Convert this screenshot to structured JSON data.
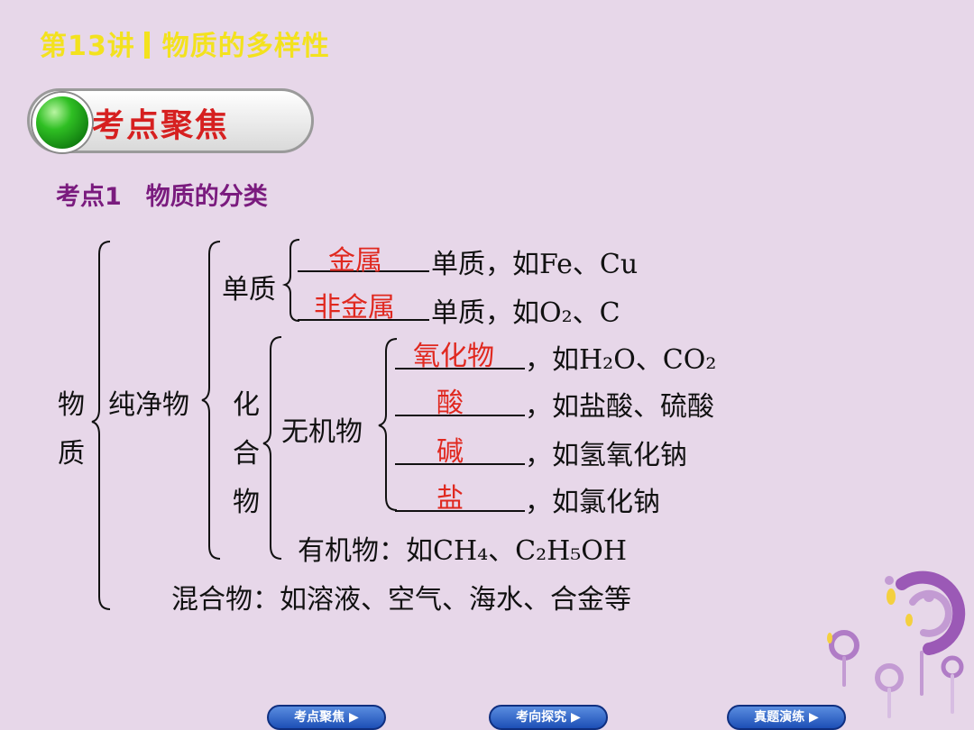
{
  "header": {
    "lecture": "第13讲",
    "topic": "物质的多样性"
  },
  "banner": {
    "title": "考点聚焦"
  },
  "section": {
    "title": "考点1　物质的分类"
  },
  "tree": {
    "root": [
      "物",
      "质"
    ],
    "pure": "纯净物",
    "element": "单质",
    "element_rows": [
      {
        "answer": "金属",
        "suffix": "单质，如Fe、Cu"
      },
      {
        "answer": "非金属",
        "suffix": "单质，如O₂、C"
      }
    ],
    "compound": [
      "化",
      "合",
      "物"
    ],
    "inorganic": "无机物",
    "inorganic_rows": [
      {
        "answer": "氧化物",
        "suffix": "，如H₂O、CO₂"
      },
      {
        "answer": "酸",
        "suffix": "，如盐酸、硫酸"
      },
      {
        "answer": "碱",
        "suffix": "，如氢氧化钠"
      },
      {
        "answer": "盐",
        "suffix": "，如氯化钠"
      }
    ],
    "organic": "有机物：如CH₄、C₂H₅OH",
    "mixture": "混合物：如溶液、空气、海水、合金等"
  },
  "nav": [
    "考点聚焦 ▶",
    "考向探究 ▶",
    "真题演练 ▶"
  ],
  "colors": {
    "header": "#f3e21e",
    "answer": "#e0281f",
    "section": "#7a1b7e",
    "background": "#e7d7e9"
  }
}
